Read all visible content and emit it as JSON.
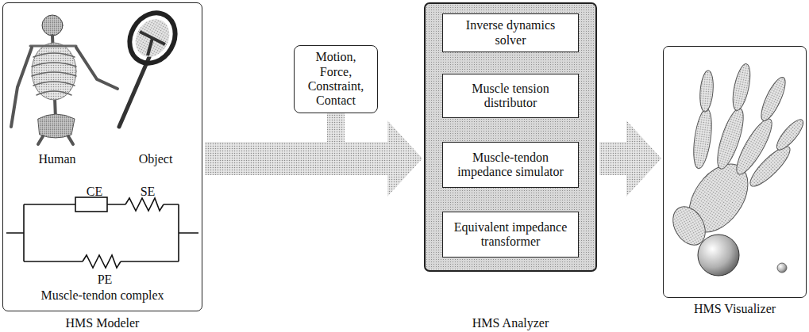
{
  "diagram": {
    "nodes": [
      {
        "text": [
          "HMS Modeler"
        ]
      },
      {
        "text": [
          "Motion, Force, Constraint, Contact"
        ]
      },
      {
        "text": [
          "HMS Analyzer"
        ]
      },
      {
        "text": [
          "Inverse dynamics solver"
        ],
        "in": 2
      },
      {
        "text": [
          "Muscle tension distributor"
        ],
        "in": 2
      },
      {
        "text": [
          "Muscle-tendon impedance simulator"
        ],
        "in": 2
      },
      {
        "text": [
          "Equivalent impedance transformer"
        ],
        "in": 2
      },
      {
        "text": [
          "HMS Visualizer"
        ]
      }
    ],
    "edges": [
      {
        "from": 0,
        "to": 2,
        "arrow": "to"
      },
      {
        "from": 1,
        "to": 2,
        "arrow": "to"
      },
      {
        "from": 3,
        "to": 4,
        "arrow": "to"
      },
      {
        "from": 4,
        "to": 5,
        "arrow": "to"
      },
      {
        "from": 5,
        "to": 6,
        "arrow": "to"
      },
      {
        "from": 2,
        "to": 7,
        "arrow": "to"
      }
    ],
    "labels": [
      "Human",
      "Object",
      "CE",
      "SE",
      "PE",
      "Muscle-tendon complex"
    ]
  }
}
